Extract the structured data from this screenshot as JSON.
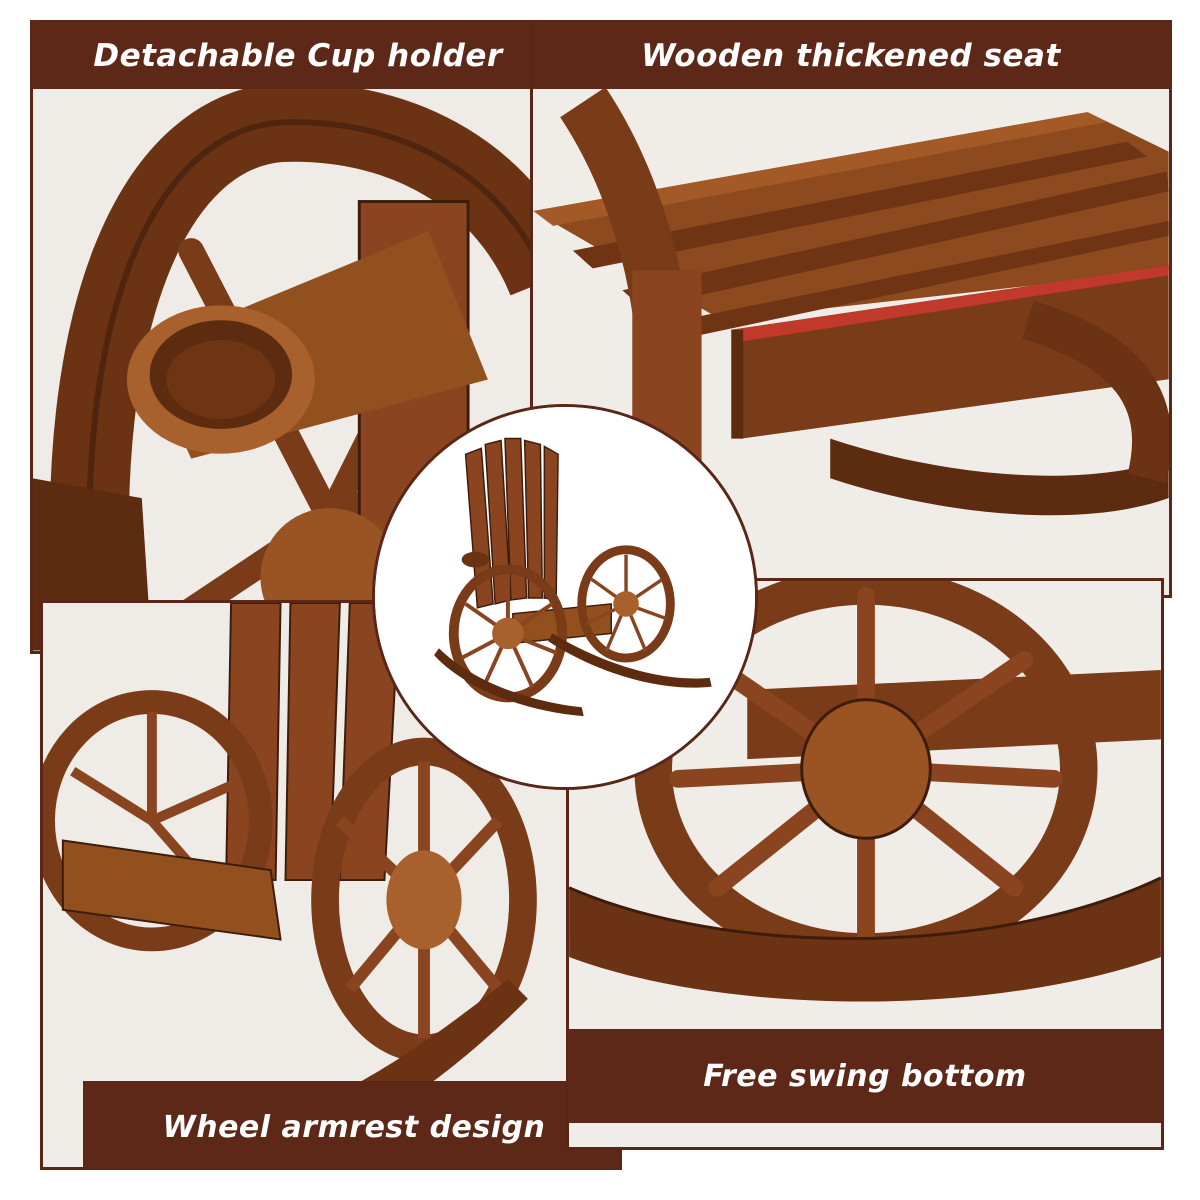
{
  "captions": {
    "cup_holder": "Detachable Cup holder",
    "seat": "Wooden thickened seat",
    "armrest": "Wheel armrest design",
    "bottom": "Free swing bottom"
  },
  "colors": {
    "frame": "#5a2618",
    "banner": "#5e2818",
    "wood_dark": "#3e1c0c",
    "wood_mid": "#7a3b18",
    "wood_light": "#a8602c",
    "background": "#f4f1ee"
  }
}
